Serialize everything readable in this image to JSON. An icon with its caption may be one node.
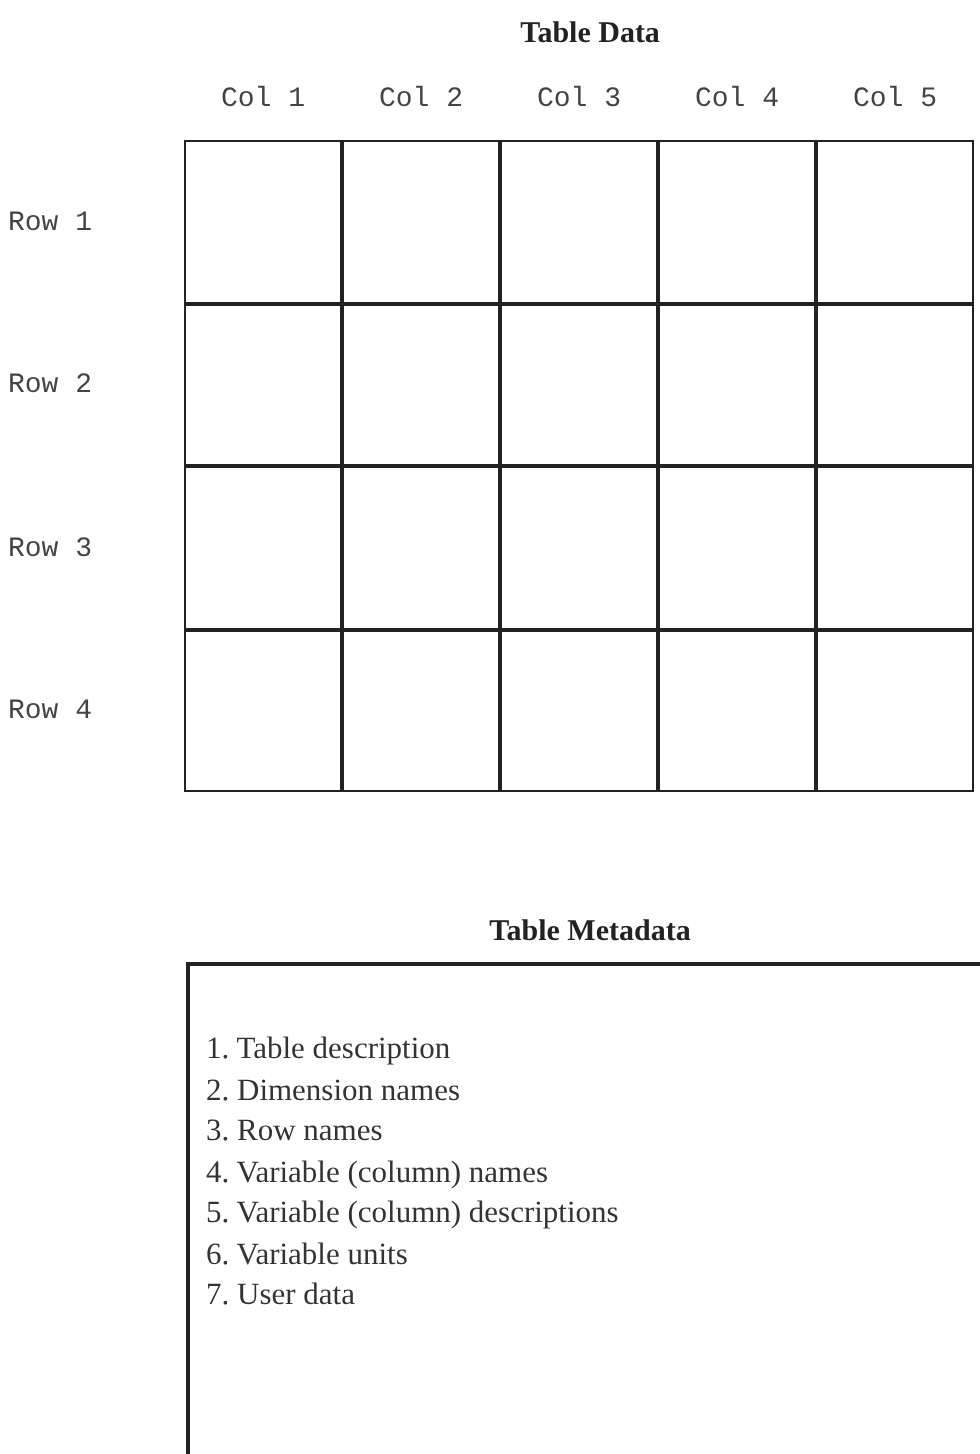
{
  "diagram": {
    "nodes": [
      {
        "text": [
          "Table Data"
        ]
      },
      {
        "text": [],
        "shape": "box",
        "in": 0
      },
      {
        "text": [],
        "shape": "box",
        "in": 0
      },
      {
        "text": [],
        "shape": "box",
        "in": 0
      },
      {
        "text": [],
        "shape": "box",
        "in": 0
      },
      {
        "text": [],
        "shape": "box",
        "in": 0
      },
      {
        "text": [],
        "shape": "box",
        "in": 0
      },
      {
        "text": [],
        "shape": "box",
        "in": 0
      },
      {
        "text": [],
        "shape": "box",
        "in": 0
      },
      {
        "text": [],
        "shape": "box",
        "in": 0
      },
      {
        "text": [],
        "shape": "box",
        "in": 0
      },
      {
        "text": [],
        "shape": "box",
        "in": 0
      },
      {
        "text": [],
        "shape": "box",
        "in": 0
      },
      {
        "text": [],
        "shape": "box",
        "in": 0
      },
      {
        "text": [],
        "shape": "box",
        "in": 0
      },
      {
        "text": [],
        "shape": "box",
        "in": 0
      },
      {
        "text": [],
        "shape": "box",
        "in": 0
      },
      {
        "text": [],
        "shape": "box",
        "in": 0
      },
      {
        "text": [],
        "shape": "box",
        "in": 0
      },
      {
        "text": [],
        "shape": "box",
        "in": 0
      },
      {
        "text": [],
        "shape": "box",
        "in": 0
      },
      {
        "text": [
          "Table Metadata",
          "1. Table description",
          "2. Dimension names",
          "3. Row names",
          "4. Variable (column) names",
          "5. Variable (column) descriptions",
          "6. Variable units",
          "7. User data"
        ]
      }
    ],
    "labels": [
      "Col 1",
      "Col 2",
      "Col 3",
      "Col 4",
      "Col 5",
      "Row 1",
      "Row 2",
      "Row 3",
      "Row 4"
    ]
  }
}
